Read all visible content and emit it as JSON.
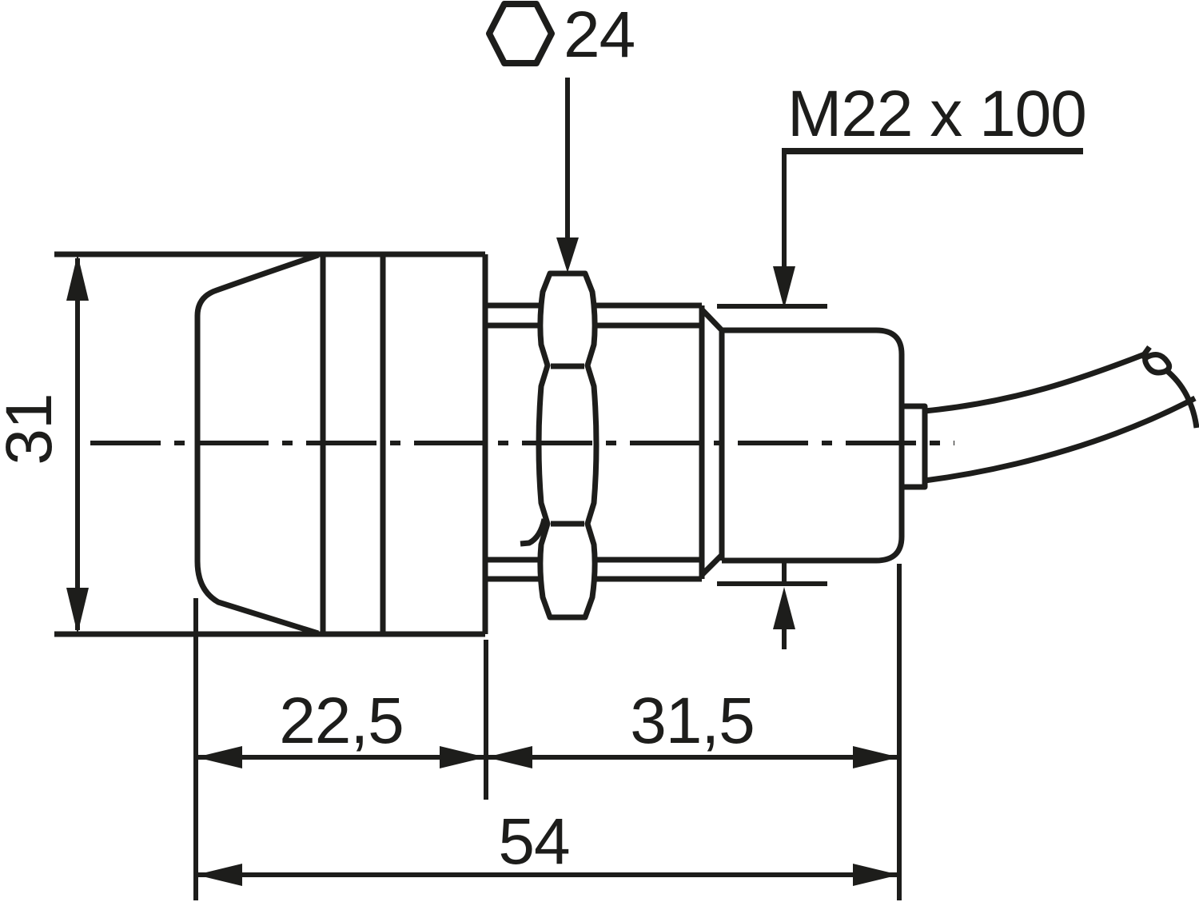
{
  "labels": {
    "wrench_size": "24",
    "thread_spec": "M22 x 100",
    "diameter": "31",
    "head_depth": "22,5",
    "rear_depth": "31,5",
    "overall_length": "54"
  },
  "colors": {
    "line": "#1d1d1b",
    "background": "#ffffff"
  }
}
